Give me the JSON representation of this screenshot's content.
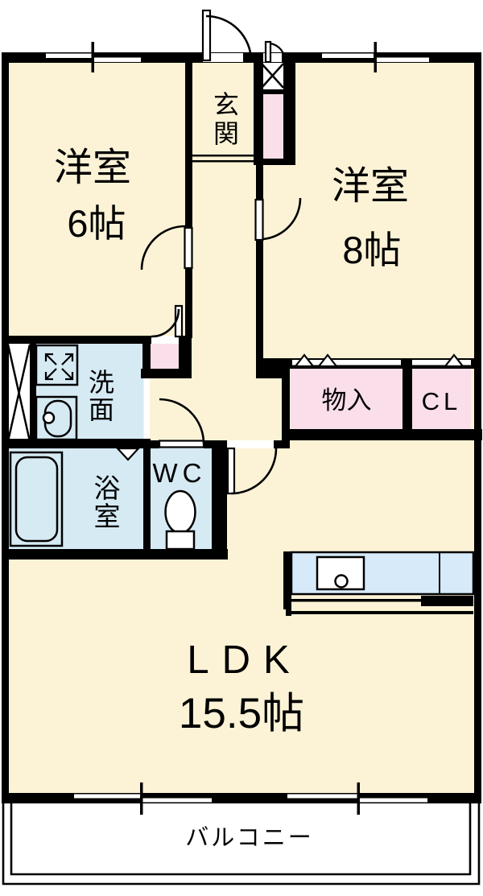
{
  "rooms": {
    "western6": {
      "name": "洋室",
      "size": "6帖"
    },
    "western8": {
      "name": "洋室",
      "size": "8帖"
    },
    "entrance": {
      "name": "玄関"
    },
    "washroom": {
      "name": "洗面"
    },
    "bathroom": {
      "name": "浴室"
    },
    "toilet": {
      "name": "WC"
    },
    "storage": {
      "name": "物入"
    },
    "closet": {
      "name": "CL"
    },
    "ldk": {
      "name": "LDK",
      "size": "15.5帖"
    },
    "balcony": {
      "name": "バルコニー"
    }
  },
  "colors": {
    "room_fill": "#FCF3D6",
    "wet_area_fill": "#D6EAF4",
    "closet_fill": "#FADEE9",
    "kitchen_counter_fill": "#D6EAFA",
    "wall": "#000000",
    "balcony_fill": "#FFFFFF"
  }
}
